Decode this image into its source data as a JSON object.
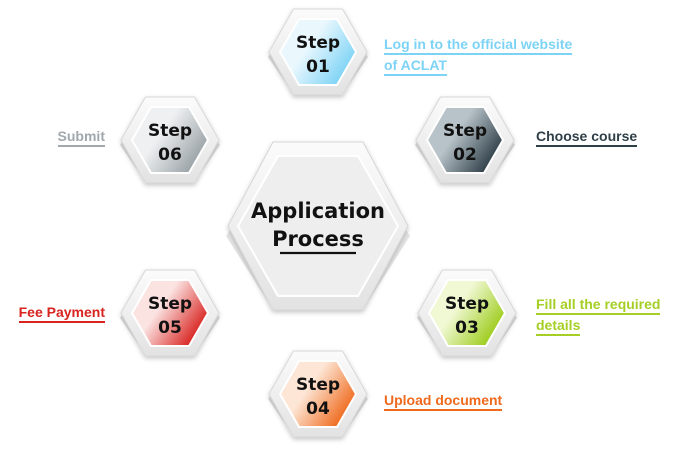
{
  "center": {
    "line1": "Application",
    "line2": "Process"
  },
  "steps": [
    {
      "word": "Step",
      "num": "01",
      "label": [
        "Log in to the official website",
        "of ACLAT"
      ],
      "color": "#7dd3f5",
      "light": "#eaf8fe",
      "text_color": "#7dd3f5"
    },
    {
      "word": "Step",
      "num": "02",
      "label": [
        "Choose course"
      ],
      "color": "#2f3f48",
      "light": "#b8c3c9",
      "text_color": "#2f3f48"
    },
    {
      "word": "Step",
      "num": "03",
      "label": [
        "Fill all the required",
        "details"
      ],
      "color": "#9ccc1a",
      "light": "#f0f8d4",
      "text_color": "#a6cf26"
    },
    {
      "word": "Step",
      "num": "04",
      "label": [
        "Upload document"
      ],
      "color": "#ef6a1d",
      "light": "#fde6d6",
      "text_color": "#ef6a1d"
    },
    {
      "word": "Step",
      "num": "05",
      "label": [
        "Fee Payment"
      ],
      "color": "#d8231f",
      "light": "#fbe3e2",
      "text_color": "#d8231f"
    },
    {
      "word": "Step",
      "num": "06",
      "label": [
        "Submit"
      ],
      "color": "#9aa2a7",
      "light": "#eef0f1",
      "text_color": "#a0a8ad"
    }
  ]
}
